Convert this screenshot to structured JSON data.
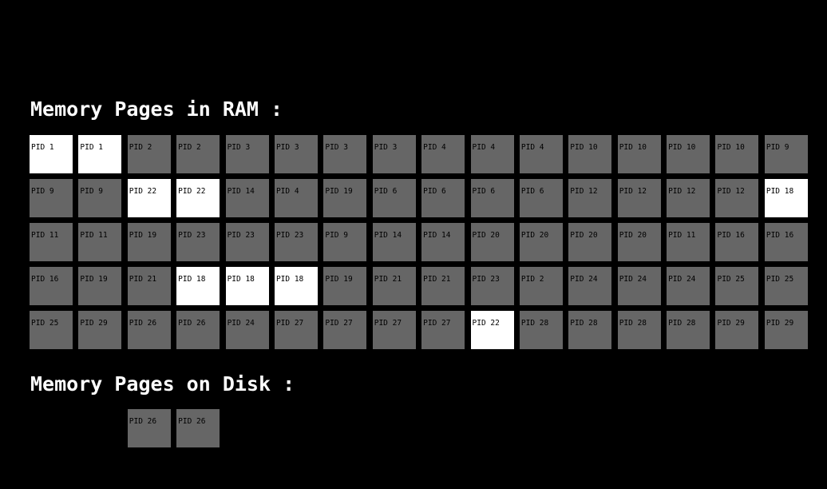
{
  "colors": {
    "background": "#000000",
    "page_fill": "#666666",
    "active_page_fill": "#ffffff",
    "title_text": "#ffffff",
    "page_text": "#000000"
  },
  "ram": {
    "title": "Memory Pages in RAM :",
    "pages": [
      {
        "label": "PID 1",
        "active": true
      },
      {
        "label": "PID 1",
        "active": true
      },
      {
        "label": "PID 2",
        "active": false
      },
      {
        "label": "PID 2",
        "active": false
      },
      {
        "label": "PID 3",
        "active": false
      },
      {
        "label": "PID 3",
        "active": false
      },
      {
        "label": "PID 3",
        "active": false
      },
      {
        "label": "PID 3",
        "active": false
      },
      {
        "label": "PID 4",
        "active": false
      },
      {
        "label": "PID 4",
        "active": false
      },
      {
        "label": "PID 4",
        "active": false
      },
      {
        "label": "PID 10",
        "active": false
      },
      {
        "label": "PID 10",
        "active": false
      },
      {
        "label": "PID 10",
        "active": false
      },
      {
        "label": "PID 10",
        "active": false
      },
      {
        "label": "PID 9",
        "active": false
      },
      {
        "label": "PID 9",
        "active": false
      },
      {
        "label": "PID 9",
        "active": false
      },
      {
        "label": "PID 22",
        "active": true
      },
      {
        "label": "PID 22",
        "active": true
      },
      {
        "label": "PID 14",
        "active": false
      },
      {
        "label": "PID 4",
        "active": false
      },
      {
        "label": "PID 19",
        "active": false
      },
      {
        "label": "PID 6",
        "active": false
      },
      {
        "label": "PID 6",
        "active": false
      },
      {
        "label": "PID 6",
        "active": false
      },
      {
        "label": "PID 6",
        "active": false
      },
      {
        "label": "PID 12",
        "active": false
      },
      {
        "label": "PID 12",
        "active": false
      },
      {
        "label": "PID 12",
        "active": false
      },
      {
        "label": "PID 12",
        "active": false
      },
      {
        "label": "PID 18",
        "active": true
      },
      {
        "label": "PID 11",
        "active": false
      },
      {
        "label": "PID 11",
        "active": false
      },
      {
        "label": "PID 19",
        "active": false
      },
      {
        "label": "PID 23",
        "active": false
      },
      {
        "label": "PID 23",
        "active": false
      },
      {
        "label": "PID 23",
        "active": false
      },
      {
        "label": "PID 9",
        "active": false
      },
      {
        "label": "PID 14",
        "active": false
      },
      {
        "label": "PID 14",
        "active": false
      },
      {
        "label": "PID 20",
        "active": false
      },
      {
        "label": "PID 20",
        "active": false
      },
      {
        "label": "PID 20",
        "active": false
      },
      {
        "label": "PID 20",
        "active": false
      },
      {
        "label": "PID 11",
        "active": false
      },
      {
        "label": "PID 16",
        "active": false
      },
      {
        "label": "PID 16",
        "active": false
      },
      {
        "label": "PID 16",
        "active": false
      },
      {
        "label": "PID 19",
        "active": false
      },
      {
        "label": "PID 21",
        "active": false
      },
      {
        "label": "PID 18",
        "active": true
      },
      {
        "label": "PID 18",
        "active": true
      },
      {
        "label": "PID 18",
        "active": true
      },
      {
        "label": "PID 19",
        "active": false
      },
      {
        "label": "PID 21",
        "active": false
      },
      {
        "label": "PID 21",
        "active": false
      },
      {
        "label": "PID 23",
        "active": false
      },
      {
        "label": "PID 2",
        "active": false
      },
      {
        "label": "PID 24",
        "active": false
      },
      {
        "label": "PID 24",
        "active": false
      },
      {
        "label": "PID 24",
        "active": false
      },
      {
        "label": "PID 25",
        "active": false
      },
      {
        "label": "PID 25",
        "active": false
      },
      {
        "label": "PID 25",
        "active": false
      },
      {
        "label": "PID 29",
        "active": false
      },
      {
        "label": "PID 26",
        "active": false
      },
      {
        "label": "PID 26",
        "active": false
      },
      {
        "label": "PID 24",
        "active": false
      },
      {
        "label": "PID 27",
        "active": false
      },
      {
        "label": "PID 27",
        "active": false
      },
      {
        "label": "PID 27",
        "active": false
      },
      {
        "label": "PID 27",
        "active": false
      },
      {
        "label": "PID 22",
        "active": true
      },
      {
        "label": "PID 28",
        "active": false
      },
      {
        "label": "PID 28",
        "active": false
      },
      {
        "label": "PID 28",
        "active": false
      },
      {
        "label": "PID 28",
        "active": false
      },
      {
        "label": "PID 29",
        "active": false
      },
      {
        "label": "PID 29",
        "active": false
      }
    ]
  },
  "disk": {
    "title": "Memory Pages on Disk :",
    "pages": [
      {
        "label": "",
        "active": false,
        "empty": true
      },
      {
        "label": "",
        "active": false,
        "empty": true
      },
      {
        "label": "PID 26",
        "active": false
      },
      {
        "label": "PID 26",
        "active": false
      }
    ]
  }
}
